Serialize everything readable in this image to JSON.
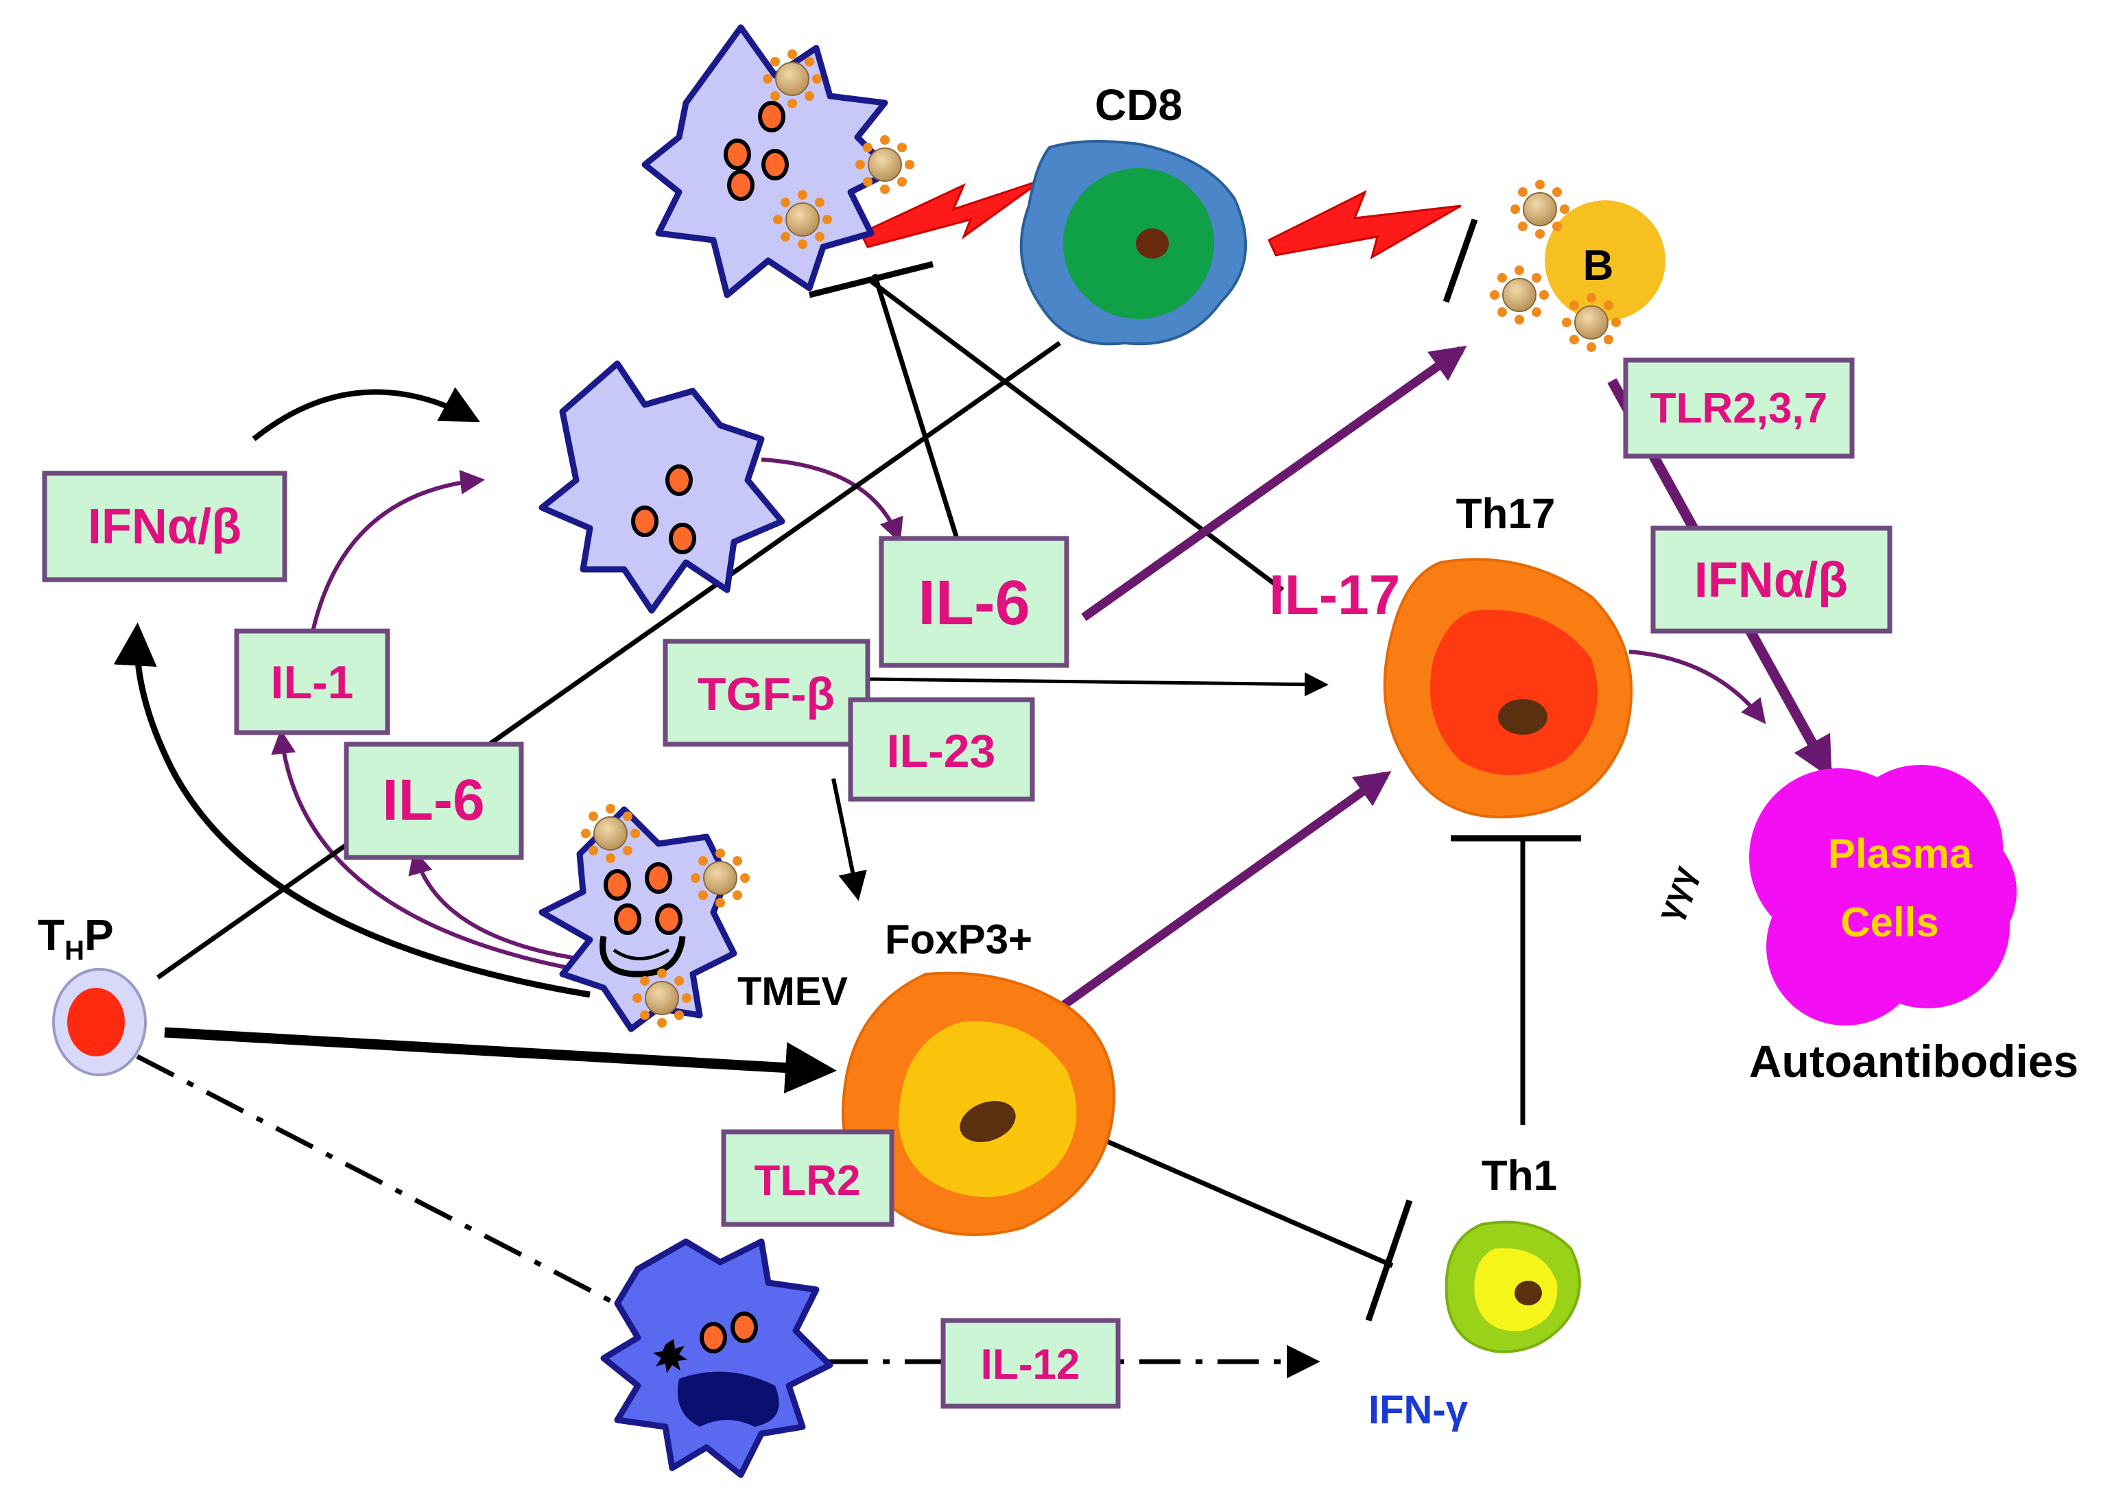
{
  "colors": {
    "magenta_text": "#e0117e",
    "box_fill": "#ccf5d6",
    "box_border": "#6e4a7e",
    "purple_arrow": "#6a1a6e",
    "black_arrow": "#000000",
    "cell_lavender": "#c8c8f8",
    "cell_outline": "#1a1a8c",
    "lightning_red": "#ff1a1a",
    "ifn_gamma_blue": "#1a3ad6",
    "plasma_magenta": "#f30ef3",
    "plasma_text": "#ffd700"
  },
  "cells": {
    "cd8": "CD8",
    "b_cell": "B",
    "th17": "Th17",
    "th1": "Th1",
    "foxp3": "FoxP3+",
    "thp_main": "T",
    "thp_sub": "H",
    "thp_tail": "P",
    "tmev": "TMEV",
    "plasma_line1": "Plasma",
    "plasma_line2": "Cells",
    "autoantibodies": "Autoantibodies"
  },
  "cytokines": {
    "ifn_ab_left": "IFNα/β",
    "il1": "IL-1",
    "il6_center": "IL-6",
    "il6_left": "IL-6",
    "tgfb": "TGF-β",
    "il23": "IL-23",
    "tlr2": "TLR2",
    "il12": "IL-12",
    "tlr237": "TLR2,3,7",
    "ifn_ab_right": "IFNα/β",
    "il17": "IL-17",
    "ifn_gamma": "IFN-γ"
  },
  "icons": [
    "antigen-presenting-cell-icon",
    "virus-particle-icon",
    "lightning-bolt-icon",
    "antibody-icon",
    "dendritic-cell-icon"
  ]
}
